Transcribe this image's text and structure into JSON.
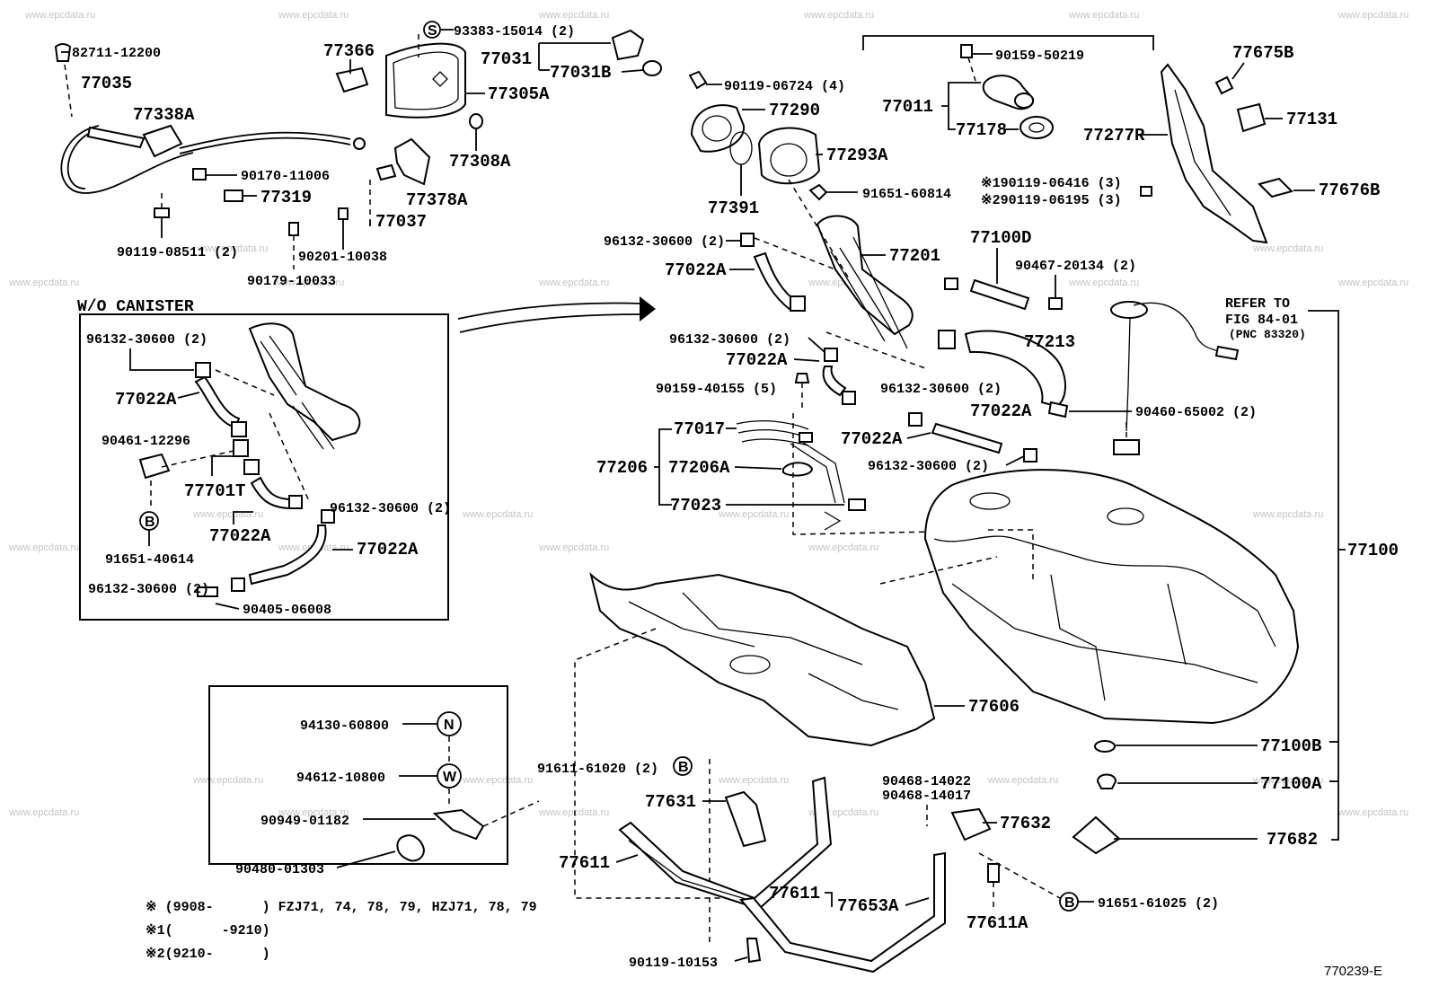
{
  "watermark": "www.epcdata.ru",
  "labels": {
    "p82711": "82711-12200",
    "p77035": "77035",
    "p77338A": "77338A",
    "p90170": "90170-11006",
    "p77319": "77319",
    "p90119_08511": "90119-08511 (2)",
    "p77366": "77366",
    "p93383": "93383-15014 (2)",
    "p77031": "77031",
    "p77031B": "77031B",
    "p77305A": "77305A",
    "p77308A": "77308A",
    "p77378A": "77378A",
    "p77037": "77037",
    "p90201": "90201-10038",
    "p90179": "90179-10033",
    "wo_canister": "W/O CANISTER",
    "c96132_a": "96132-30600 (2)",
    "c77022A_a": "77022A",
    "c90461": "90461-12296",
    "c77701T": "77701T",
    "c77022A_b": "77022A",
    "c91651": "91651-40614",
    "c96132_b": "96132-30600 (2)",
    "c77022A_c": "77022A",
    "c96132_c": "96132-30600 (2)",
    "c90405": "90405-06008",
    "p90119_06724": "90119-06724 (4)",
    "p77290": "77290",
    "p77293A": "77293A",
    "p77391": "77391",
    "p91651_60814": "91651-60814",
    "p90159_50219": "90159-50219",
    "p77011": "77011",
    "p77178": "77178",
    "p96132_d": "96132-30600 (2)",
    "p77022A_d": "77022A",
    "p77201": "77201",
    "p77100D": "77100D",
    "p90467": "90467-20134 (2)",
    "p96132_e": "96132-30600 (2)",
    "p77022A_e": "77022A",
    "p90159_40155": "90159-40155 (5)",
    "p77213": "77213",
    "p96132_f": "96132-30600 (2)",
    "p77022A_f": "77022A",
    "p77022A_g": "77022A",
    "p90460": "90460-65002 (2)",
    "p77017": "77017",
    "p77206": "77206",
    "p77206A": "77206A",
    "p96132_g": "96132-30600 (2)",
    "p77023": "77023",
    "p77675B": "77675B",
    "p77131": "77131",
    "p77277R": "77277R",
    "p190119": "※190119-06416 (3)",
    "p290119": "※290119-06195 (3)",
    "p77676B": "77676B",
    "refer1": "REFER TO",
    "refer2": "FIG 84-01",
    "refer3": "(PNC 83320)",
    "p77100": "77100",
    "p77606": "77606",
    "p77100B": "77100B",
    "p77100A": "77100A",
    "p77682": "77682",
    "b94130": "94130-60800",
    "b94612": "94612-10800",
    "b90949": "90949-01182",
    "b90480": "90480-01303",
    "p91611": "91611-61020 (2)",
    "p77631": "77631",
    "p77611_a": "77611",
    "p90468_a": "90468-14022",
    "p90468_b": "90468-14017",
    "p77632": "77632",
    "p77611_b": "77611",
    "p77653A": "77653A",
    "p77611A": "77611A",
    "p91651_61025": "91651-61025 (2)",
    "p90119_10153": "90119-10153",
    "note1": "※ (9908-      ) FZJ71, 74, 78, 79, HZJ71, 78, 79",
    "note2": "※1(      -9210)",
    "note3": "※2(9210-      )",
    "figure_no": "770239-E"
  },
  "circle_letters": {
    "s": "S",
    "b1": "B",
    "n": "N",
    "w": "W",
    "b2": "B",
    "b3": "B"
  }
}
